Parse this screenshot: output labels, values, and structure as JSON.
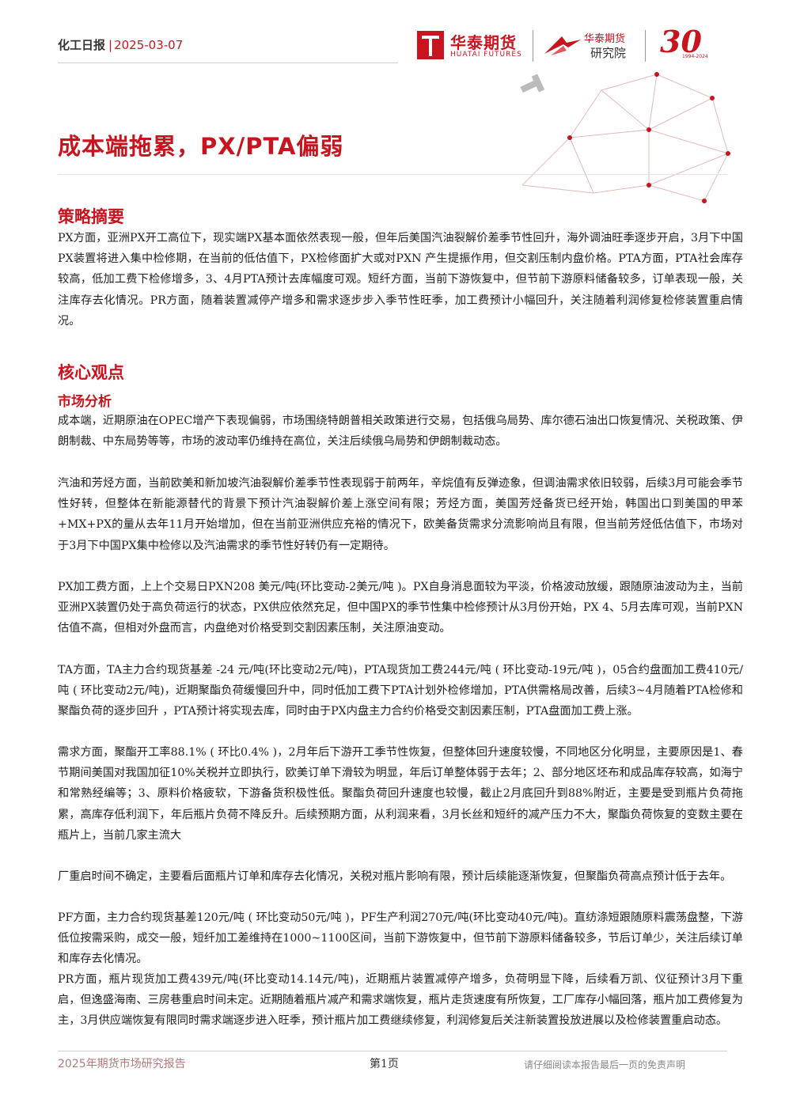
{
  "header": {
    "report_type": "化工日报",
    "separator": "|",
    "date": "2025-03-07",
    "logo_cn": "华泰期货",
    "logo_en": "HUATAI FUTURES",
    "institute_line1": "华泰期货",
    "institute_line2": "研究院",
    "anniversary_number": "30",
    "anniversary_years": "1994-2024"
  },
  "title": "成本端拖累，PX/PTA偏弱",
  "sections": {
    "strategy": {
      "heading": "策略摘要",
      "text": "PX方面，亚洲PX开工高位下，现实端PX基本面依然表现一般，但年后美国汽油裂解价差季节性回升，海外调油旺季逐步开启，3月下中国PX装置将进入集中检修期，在当前的低估值下，PX检修面扩大或对PXN 产生提振作用，但交割压制内盘价格。PTA方面，PTA社会库存较高，低加工费下检修增多，3、4月PTA预计去库幅度可观。短纤方面，当前下游恢复中，但节前下游原料储备较多，订单表现一般，关注库存去化情况。PR方面，随着装置减停产增多和需求逐步步入季节性旺季，加工费预计小幅回升，关注随着利润修复检修装置重启情况。"
    },
    "core": {
      "heading": "核心观点",
      "subheading": "市场分析",
      "paragraphs": [
        "成本端，近期原油在OPEC增产下表现偏弱，市场围绕特朗普相关政策进行交易，包括俄乌局势、库尔德石油出口恢复情况、关税政策、伊朗制裁、中东局势等等，市场的波动率仍维持在高位，关注后续俄乌局势和伊朗制裁动态。",
        "汽油和芳烃方面，当前欧美和新加坡汽油裂解价差季节性表现弱于前两年，辛烷值有反弹迹象，但调油需求依旧较弱，后续3月可能会季节性好转，但整体在新能源替代的背景下预计汽油裂解价差上涨空间有限；芳烃方面，美国芳烃备货已经开始，韩国出口到美国的甲苯+MX+PX的量从去年11月开始增加，但在当前亚洲供应充裕的情况下，欧美备货需求分流影响尚且有限，但当前芳烃低估值下，市场对于3月下中国PX集中检修以及汽油需求的季节性好转仍有一定期待。",
        "PX加工费方面，上上个交易日PXN208 美元/吨(环比变动-2美元/吨 )。PX自身消息面较为平淡，价格波动放缓，跟随原油波动为主，当前亚洲PX装置仍处于高负荷运行的状态，PX供应依然充足，但中国PX的季节性集中检修预计从3月份开始，PX 4、5月去库可观，当前PXN估值不高，但相对外盘而言，内盘绝对价格受到交割因素压制，关注原油变动。",
        "TA方面，TA主力合约现货基差 -24 元/吨(环比变动2元/吨)，PTA现货加工费244元/吨 ( 环比变动-19元/吨 )，05合约盘面加工费410元/吨 ( 环比变动2元/吨)，近期聚酯负荷缓慢回升中，同时低加工费下PTA计划外检修增加，PTA供需格局改善，后续3~4月随着PTA检修和聚酯负荷的逐步回升 ，PTA预计将实现去库，同时由于PX内盘主力合约价格受交割因素压制，PTA盘面加工费上涨。",
        "需求方面，聚酯开工率88.1% ( 环比0.4% )，2月年后下游开工季节性恢复，但整体回升速度较慢，不同地区分化明显，主要原因是1、春节期间美国对我国加征10%关税并立即执行，欧美订单下滑较为明显，年后订单整体弱于去年；2、部分地区坯布和成品库存较高，如海宁和常熟经编等；3、原料价格疲软，下游备货积极性低。聚酯负荷回升速度也较慢，截止2月底回升到88%附近，主要是受到瓶片负荷拖累，高库存低利润下，年后瓶片负荷不降反升。后续预期方面，从利润来看，3月长丝和短纤的减产压力不大，聚酯负荷恢复的变数主要在瓶片上，当前几家主流大",
        "厂重启时间不确定，主要看后面瓶片订单和库存去化情况，关税对瓶片影响有限，预计后续能逐渐恢复，但聚酯负荷高点预计低于去年。",
        "PF方面，主力合约现货基差120元/吨 ( 环比变动50元/吨 )，PF生产利润270元/吨(环比变动40元/吨)。直纺涤短跟随原料震荡盘整，下游低位按需采购，成交一般，短纤加工差维持在1000~1100区间，当前下游恢复中，但节前下游原料储备较多，节后订单少，关注后续订单和库存去化情况。",
        "PR方面，瓶片现货加工费439元/吨(环比变动14.14元/吨)，近期瓶片装置减停产增多，负荷明显下降，后续看万凯、仪征预计3月下重启，但逸盛海南、三房巷重启时间未定。近期随着瓶片减产和需求端恢复，瓶片走货速度有所恢复，工厂库存小幅回落，瓶片加工费修复为主，3月供应端恢复有限同时需求端逐步进入旺季，预计瓶片加工费继续修复，利润修复后关注新装置投放进展以及检修装置重启动态。"
      ]
    }
  },
  "footer": {
    "left": "2025年期货市场研究报告",
    "page": "第1页",
    "right": "请仔细阅读本报告最后一页的免责声明"
  },
  "colors": {
    "brand_red": "#c8141e"
  }
}
